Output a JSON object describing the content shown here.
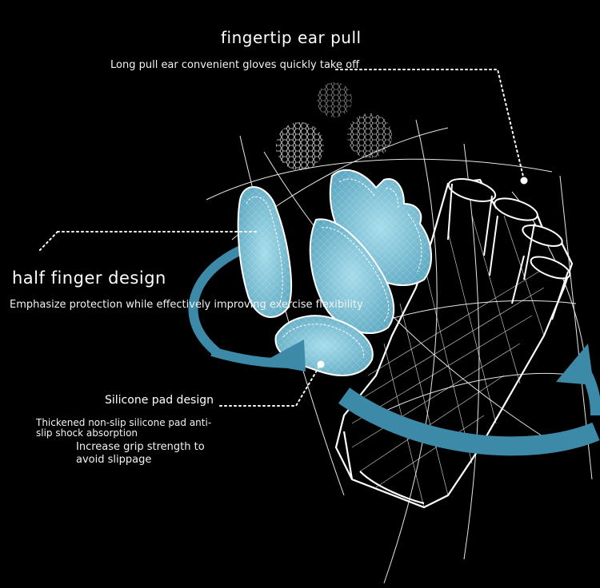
{
  "callouts": {
    "ear_pull": {
      "title": "fingertip ear pull",
      "desc": "Long pull ear convenient gloves quickly take off"
    },
    "half_finger": {
      "title": "half finger design",
      "desc": "Emphasize protection while effectively improving exercise flexibility"
    },
    "silicone": {
      "title": "Silicone pad design",
      "desc_line1": "Thickened non-slip silicone pad anti-",
      "desc_line2": "slip shock absorption",
      "desc_line3": "Increase grip strength to",
      "desc_line4": "avoid slippage"
    }
  },
  "colors": {
    "background": "#000000",
    "accent_blue": "#3d8aa8",
    "pad_fill": "#8fd0e2",
    "line_white": "#ffffff"
  }
}
